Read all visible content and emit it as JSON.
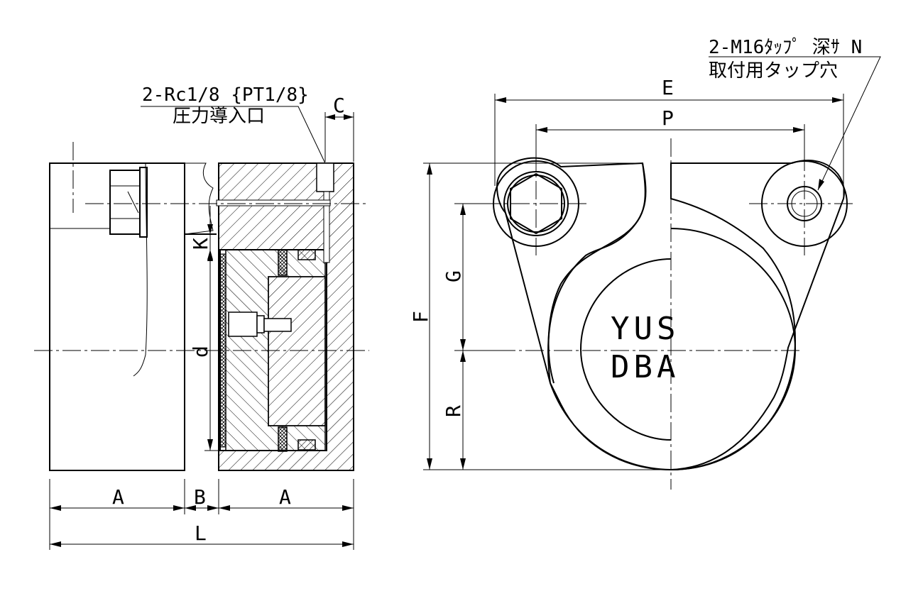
{
  "labels": {
    "A1": "A",
    "B": "B",
    "A2": "A",
    "L": "L",
    "C": "C",
    "K": "K",
    "d": "d",
    "E": "E",
    "P": "P",
    "F": "F",
    "G": "G",
    "R": "R"
  },
  "notes": {
    "port_line1": "2-Rc1/8 {PT1/8}",
    "port_line2": "圧力導入口",
    "tap_line1": "2-M16ﾀｯﾌﾟ 深ｻ N",
    "tap_line2": "取付用タップ穴"
  },
  "marking": {
    "line1": "YUS",
    "line2": "DBA"
  }
}
